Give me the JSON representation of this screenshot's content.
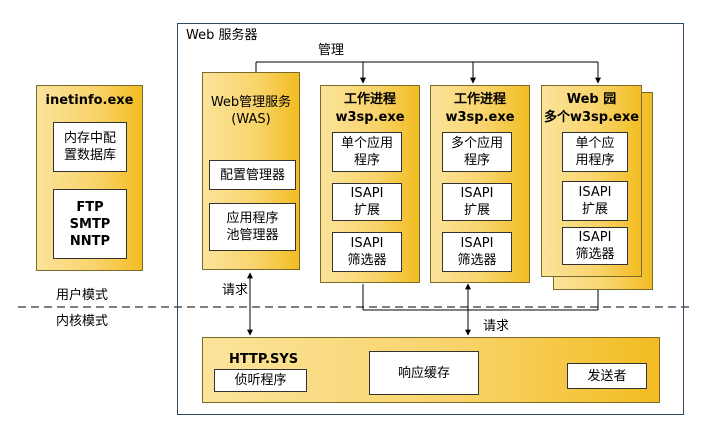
{
  "inetinfo": {
    "title": "inetinfo.exe",
    "config_store": "内存中配置数据库",
    "protocols": [
      "FTP",
      "SMTP",
      "NNTP"
    ]
  },
  "web_server": {
    "title": "Web 服务器",
    "manage_label": "管理",
    "was": {
      "title": "Web管理服务(WAS)",
      "items": [
        "配置管理器",
        "应用程序池管理器"
      ]
    },
    "worker1": {
      "title": "工作进程",
      "exe": "w3sp.exe",
      "items": [
        "单个应用程序",
        "ISAPI扩展",
        "ISAPI筛选器"
      ]
    },
    "worker2": {
      "title": "工作进程",
      "exe": "w3sp.exe",
      "items": [
        "多个应用程序",
        "ISAPI扩展",
        "ISAPI筛选器"
      ]
    },
    "garden": {
      "title": "Web 园",
      "exe": "多个w3sp.exe",
      "items": [
        "单个应用程序",
        "ISAPI扩展",
        "ISAPI筛选器"
      ]
    },
    "request_label_left": "请求",
    "request_label_right": "请求",
    "http_sys": {
      "title": "HTTP.SYS",
      "listener": "侦听程序",
      "cache": "响应缓存",
      "sender": "发送者"
    }
  },
  "modes": {
    "user": "用户模式",
    "kernel": "内核模式"
  },
  "colors": {
    "gold_light": "#fbe39a",
    "gold_dark": "#f2bc22",
    "frame": "#2e4a63"
  }
}
